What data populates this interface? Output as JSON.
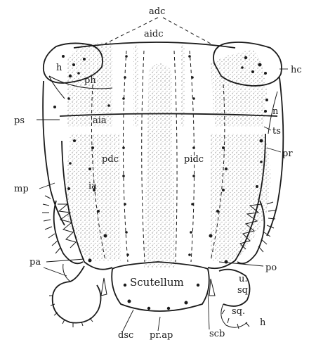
{
  "figure": {
    "labels": {
      "adc": "adc",
      "aidc": "aidc",
      "h": "h",
      "ph": "ph",
      "hc": "hc",
      "n": "n",
      "ps": "ps",
      "aia": "aia",
      "ts": "ts",
      "pdc": "pdc",
      "pidc": "pidc",
      "pr": "pr",
      "mp": "mp",
      "ia": "ia",
      "pa": "pa",
      "po": "po",
      "u_sq": "u.",
      "sq_upper": "sq",
      "sq_lower": "sq.",
      "h_lower": "h",
      "scutellum": "Scutellum",
      "dsc": "dsc",
      "pr_ap": "pr.ap",
      "scb": "scb"
    }
  }
}
